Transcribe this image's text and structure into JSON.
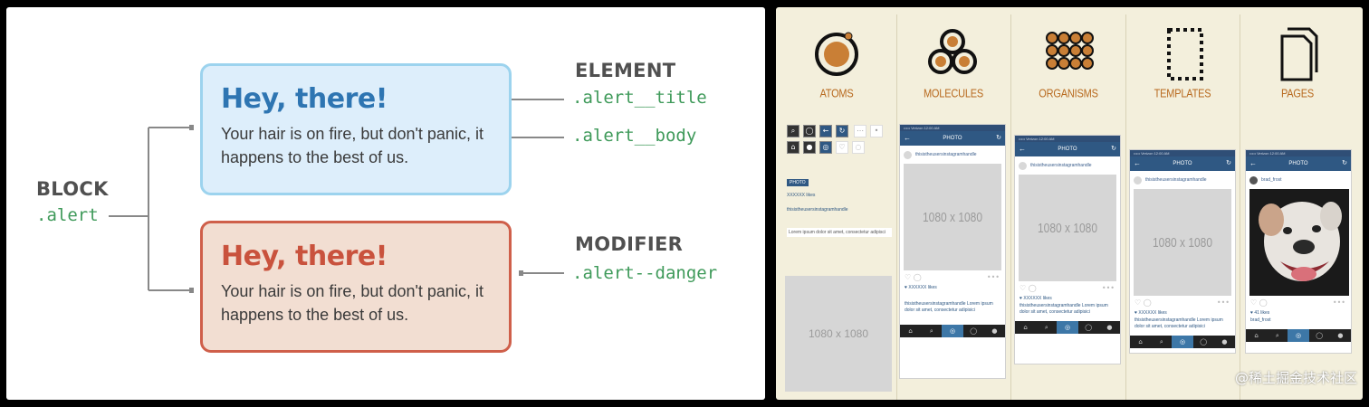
{
  "bem": {
    "block": {
      "caption": "BLOCK",
      "code": ".alert"
    },
    "element": {
      "caption": "ELEMENT",
      "title_code": ".alert__title",
      "body_code": ".alert__body"
    },
    "modifier": {
      "caption": "MODIFIER",
      "code": ".alert--danger"
    },
    "alert_info": {
      "title": "Hey, there!",
      "body": "Your hair is on fire, but don't panic, it happens to the best of us."
    },
    "alert_danger": {
      "title": "Hey, there!",
      "body": "Your hair is on fire, but don't panic, it happens to the best of us."
    },
    "colors": {
      "info_title": "#2e75b2",
      "danger_title": "#c9523d",
      "code": "#3f9a5a",
      "caption": "#505050"
    }
  },
  "atomic": {
    "stages": [
      "ATOMS",
      "MOLECULES",
      "ORGANISMS",
      "TEMPLATES",
      "PAGES"
    ],
    "atoms": {
      "photo_label": "PHOTO",
      "likes": "XXXXXX likes",
      "handle": "thisisthe​usersinstagramhandle",
      "lorem": "Lorem ipsum dolor sit amet, consectetur adipisci",
      "placeholder": "1080 x 1080"
    },
    "phone": {
      "status": "••••• Verizon  12:00 AM",
      "title": "PHOTO",
      "handle": "thisisthe​usersinstagramhandle",
      "placeholder": "1080 x 1080",
      "likes": "♥ XXXXXX likes",
      "caption": "thisisthe​usersinstagramhandle Lorem ipsum dolor sit amet, consectetur adipisici",
      "page_user": "brad_frost",
      "page_likes": "♥ 41 likes",
      "page_caption": "brad_frost"
    },
    "icons": [
      "atom-icon",
      "molecule-icon",
      "organism-icon",
      "template-icon",
      "page-icon"
    ],
    "accent": "#b86a1f"
  },
  "watermark": "@稀土掘金技术社区"
}
